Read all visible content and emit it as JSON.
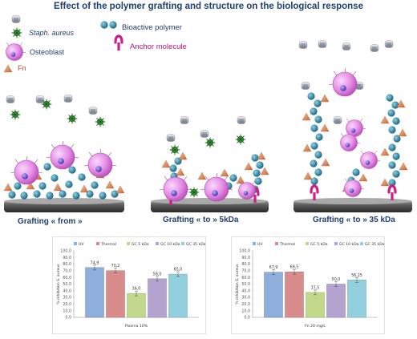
{
  "title": "Effect of the polymer grafting and structure on the biological response",
  "legend": {
    "staph": "Staph. aureus",
    "osteoblast": "Osteoblast",
    "fn": "Fn",
    "polymer": "Bioactive polymer",
    "anchor": "Anchor molecule"
  },
  "captions": {
    "from": "Grafting « from »",
    "to5": "Grafting « to » 5kDa",
    "to35": "Grafting « to » 35 kDa"
  },
  "colors": {
    "UV": "#8eaedc",
    "Thermal": "#d98c8c",
    "GC 5 kDa": "#c2d98c",
    "GC 10 kDa": "#b4a3cf",
    "GC 35 kDa": "#93d0de"
  },
  "chart_data": [
    {
      "type": "bar",
      "categories": [
        "UV",
        "Thermal",
        "GC 5 kDa",
        "GC 10 kDa",
        "GC 35 kDa"
      ],
      "values": [
        74.9,
        70.2,
        36.0,
        58.0,
        65.0
      ],
      "value_labels": [
        "74,9",
        "70,2",
        "36,0",
        "58,0",
        "65,0"
      ],
      "ytick_labels": [
        "0,0",
        "10,0",
        "20,0",
        "30,0",
        "40,0",
        "50,0",
        "60,0",
        "70,0",
        "80,0",
        "90,0",
        "100,0"
      ],
      "ylim": [
        0,
        100
      ],
      "ylabel": "% inhibition S. aureus",
      "xlabel": "Plasma 10%",
      "legend": "top"
    },
    {
      "type": "bar",
      "categories": [
        "UV",
        "Thermal",
        "GC 5 kDa",
        "GC 10 kDa",
        "GC 35 kDa"
      ],
      "values": [
        67.9,
        68.5,
        37.5,
        50.0,
        56.25
      ],
      "value_labels": [
        "67,9",
        "68,5",
        "37,5",
        "50,0",
        "56,25"
      ],
      "ytick_labels": [
        "0,0",
        "10,0",
        "20,0",
        "30,0",
        "40,0",
        "50,0",
        "60,0",
        "70,0",
        "80,0",
        "90,0",
        "100,0"
      ],
      "ylim": [
        0,
        100
      ],
      "ylabel": "% inhibition S. aureus",
      "xlabel": "Fn 20 mg/L",
      "legend": "top"
    }
  ]
}
